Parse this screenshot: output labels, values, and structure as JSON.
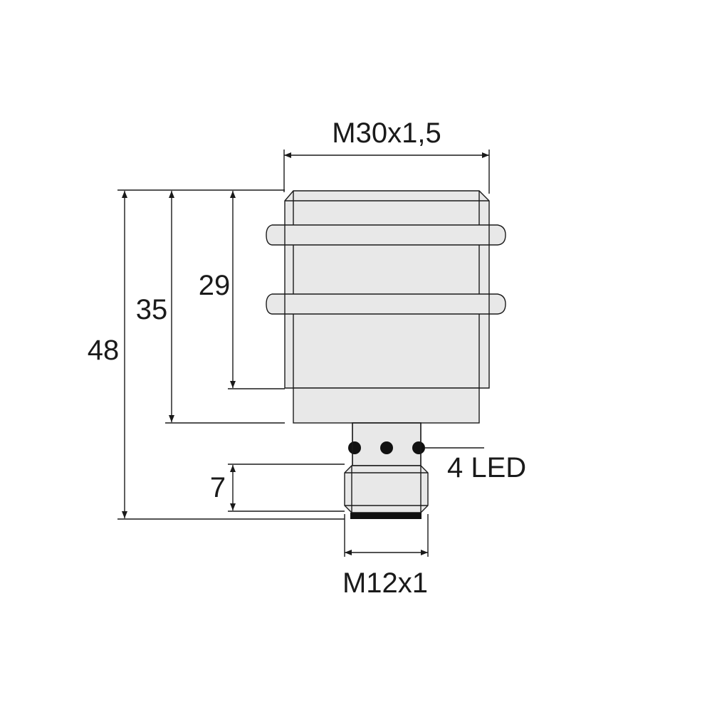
{
  "dimensions": {
    "thread_main": "M30x1,5",
    "thread_connector": "M12x1",
    "length_total": "48",
    "length_35": "35",
    "length_29": "29",
    "connector_length": "7",
    "led_label": "4 LED"
  },
  "colors": {
    "body_fill": "#e8e8e8",
    "line": "#1a1a1a",
    "led": "#111111"
  }
}
